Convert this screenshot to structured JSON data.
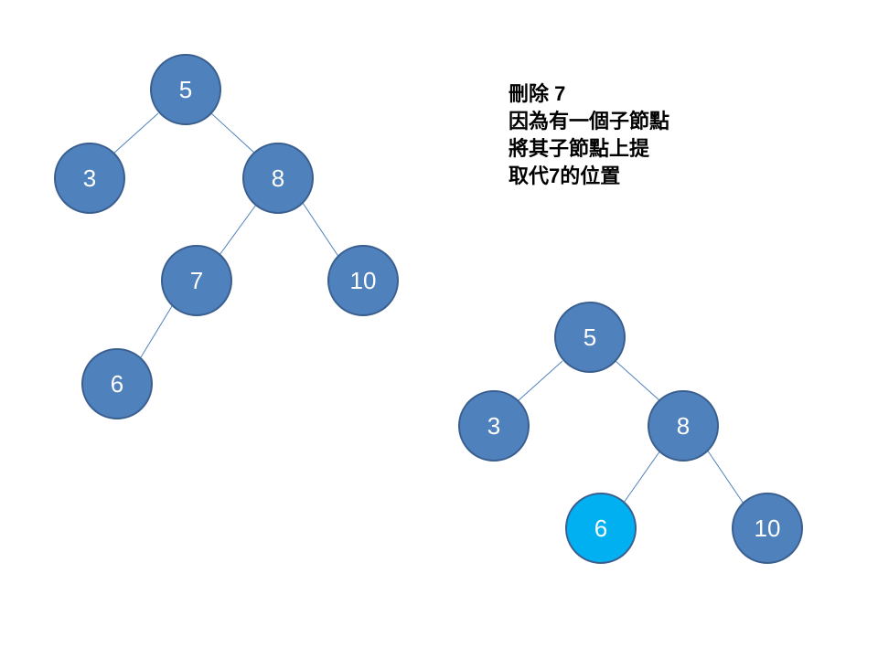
{
  "colors": {
    "node_fill": "#4f81bd",
    "node_highlight_fill": "#00b0f0",
    "edge": "#4f81bd",
    "text": "#ffffff"
  },
  "caption": {
    "lines": [
      "刪除 7",
      "因為有一個子節點",
      "將其子節點上提",
      "取代7的位置"
    ]
  },
  "tree_before": {
    "nodes": [
      {
        "id": "b5",
        "label": "5"
      },
      {
        "id": "b3",
        "label": "3"
      },
      {
        "id": "b8",
        "label": "8"
      },
      {
        "id": "b7",
        "label": "7"
      },
      {
        "id": "b10",
        "label": "10"
      },
      {
        "id": "b6",
        "label": "6"
      }
    ],
    "edges": [
      [
        "b5",
        "b3"
      ],
      [
        "b5",
        "b8"
      ],
      [
        "b8",
        "b7"
      ],
      [
        "b8",
        "b10"
      ],
      [
        "b7",
        "b6"
      ]
    ]
  },
  "tree_after": {
    "nodes": [
      {
        "id": "a5",
        "label": "5"
      },
      {
        "id": "a3",
        "label": "3"
      },
      {
        "id": "a8",
        "label": "8"
      },
      {
        "id": "a6",
        "label": "6",
        "highlighted": true
      },
      {
        "id": "a10",
        "label": "10"
      }
    ],
    "edges": [
      [
        "a5",
        "a3"
      ],
      [
        "a5",
        "a8"
      ],
      [
        "a8",
        "a6"
      ],
      [
        "a8",
        "a10"
      ]
    ]
  }
}
